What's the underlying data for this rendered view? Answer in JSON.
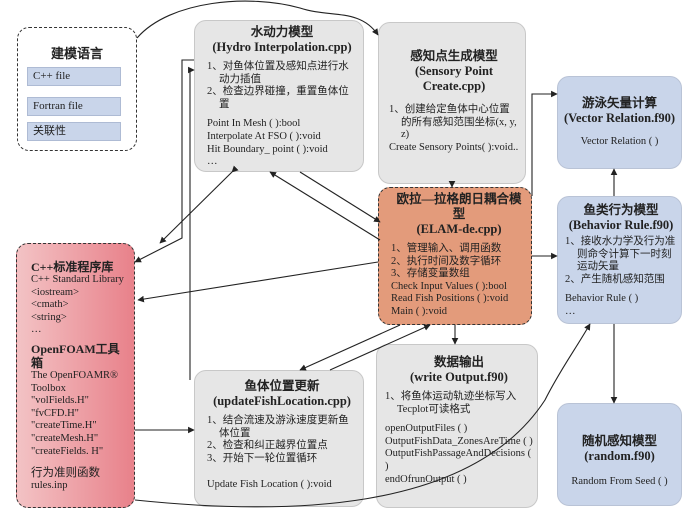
{
  "lang": {
    "title": "建模语言",
    "items": [
      "C++ file",
      "Fortran file",
      "关联性"
    ]
  },
  "cpp_lib": {
    "title": "C++标准程序库",
    "lines": [
      "C++ Standard Library",
      "<iostream>",
      "<cmath>",
      "<string>",
      "…"
    ]
  },
  "openfoam": {
    "title": "OpenFOAM工具箱",
    "lines": [
      "The OpenFOAMR®",
      "Toolbox",
      "\"volFields.H\"",
      "\"fvCFD.H\"",
      "\"createTime.H\"",
      "\"createMesh.H\"",
      "\"createFields. H\""
    ],
    "rule_title": "行为准则函数",
    "rule_file": "rules.inp"
  },
  "hydro": {
    "title1": "水动力模型",
    "title2": "(Hydro Interpolation.cpp)",
    "items": [
      "1、对鱼体位置及感知点进行水动力插值",
      "2、检查边界碰撞，重置鱼体位置"
    ],
    "funcs": [
      "Point In Mesh ( ):bool",
      "Interpolate At FSO ( ):void",
      "Hit Boundary_ point ( ):void",
      "…"
    ]
  },
  "sensory": {
    "title1": "感知点生成模型",
    "title2": "(Sensory Point Create.cpp)",
    "items": [
      "1、创建给定鱼体中心位置的所有感知范围坐标(x, y, z)"
    ],
    "funcs": [
      "Create Sensory Points( ):void.."
    ]
  },
  "vector": {
    "title1": "游泳矢量计算",
    "title2": "(Vector Relation.f90)",
    "funcs": [
      "Vector Relation ( )"
    ]
  },
  "elam": {
    "title1": "欧拉—拉格朗日耦合模型",
    "title2": "(ELAM-de.cpp)",
    "items": [
      "1、管理输入、调用函数",
      "2、执行时间及数字循环",
      "3、存储变量数组"
    ],
    "funcs": [
      "Check Input Values ( ):bool",
      "Read Fish Positions ( ):void",
      "Main ( ):void",
      "…"
    ]
  },
  "behavior": {
    "title1": "鱼类行为模型",
    "title2": "(Behavior Rule.f90)",
    "items": [
      "1、接收水力学及行为准则命令计算下一时刻运动矢量",
      "2、产生随机感知范围"
    ],
    "funcs": [
      "Behavior Rule ( )",
      "…"
    ]
  },
  "output": {
    "title1": "数据输出",
    "title2": "(write Output.f90)",
    "items": [
      "1、将鱼体运动轨迹坐标写入Tecplot可读格式"
    ],
    "funcs": [
      "openOutputFiles ( )",
      "OutputFishData_ZonesAreTime ( )",
      "OutputFishPassageAndDecisions ( )",
      "endOfrunOutput ( )"
    ]
  },
  "fishloc": {
    "title1": "鱼体位置更新",
    "title2": "(updateFishLocation.cpp)",
    "items": [
      "1、结合流速及游泳速度更新鱼体位置",
      "2、检查和纠正越界位置点",
      "3、开始下一轮位置循环"
    ],
    "funcs": [
      "Update Fish Location ( ):void"
    ]
  },
  "random": {
    "title1": "随机感知模型",
    "title2": "(random.f90)",
    "funcs": [
      "Random From Seed ( )"
    ]
  }
}
